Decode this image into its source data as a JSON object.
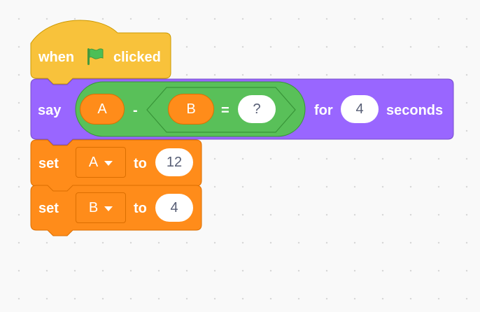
{
  "workspace": {
    "blocks": {
      "hat": {
        "when_label": "when",
        "flag_icon": "green-flag-icon",
        "clicked_label": "clicked"
      },
      "say": {
        "say_label": "say",
        "minus_left": "A",
        "minus_operator": "-",
        "equals_left": "B",
        "equals_operator": "=",
        "equals_right": "?",
        "for_label": "for",
        "duration": "4",
        "seconds_label": "seconds"
      },
      "set_a": {
        "set_label": "set",
        "variable": "A",
        "to_label": "to",
        "value": "12"
      },
      "set_b": {
        "set_label": "set",
        "variable": "B",
        "to_label": "to",
        "value": "4"
      }
    },
    "colors": {
      "events": "#ffbf00",
      "events_top": "#f8c23b",
      "events_border": "#cc9900",
      "looks": "#9966ff",
      "looks_border": "#774dcb",
      "operators": "#59c059",
      "operators_border": "#389438",
      "variables": "#ff8c1a",
      "variables_border": "#db6e00",
      "flag": "#4cbf56",
      "flag_border": "#45993d"
    }
  }
}
